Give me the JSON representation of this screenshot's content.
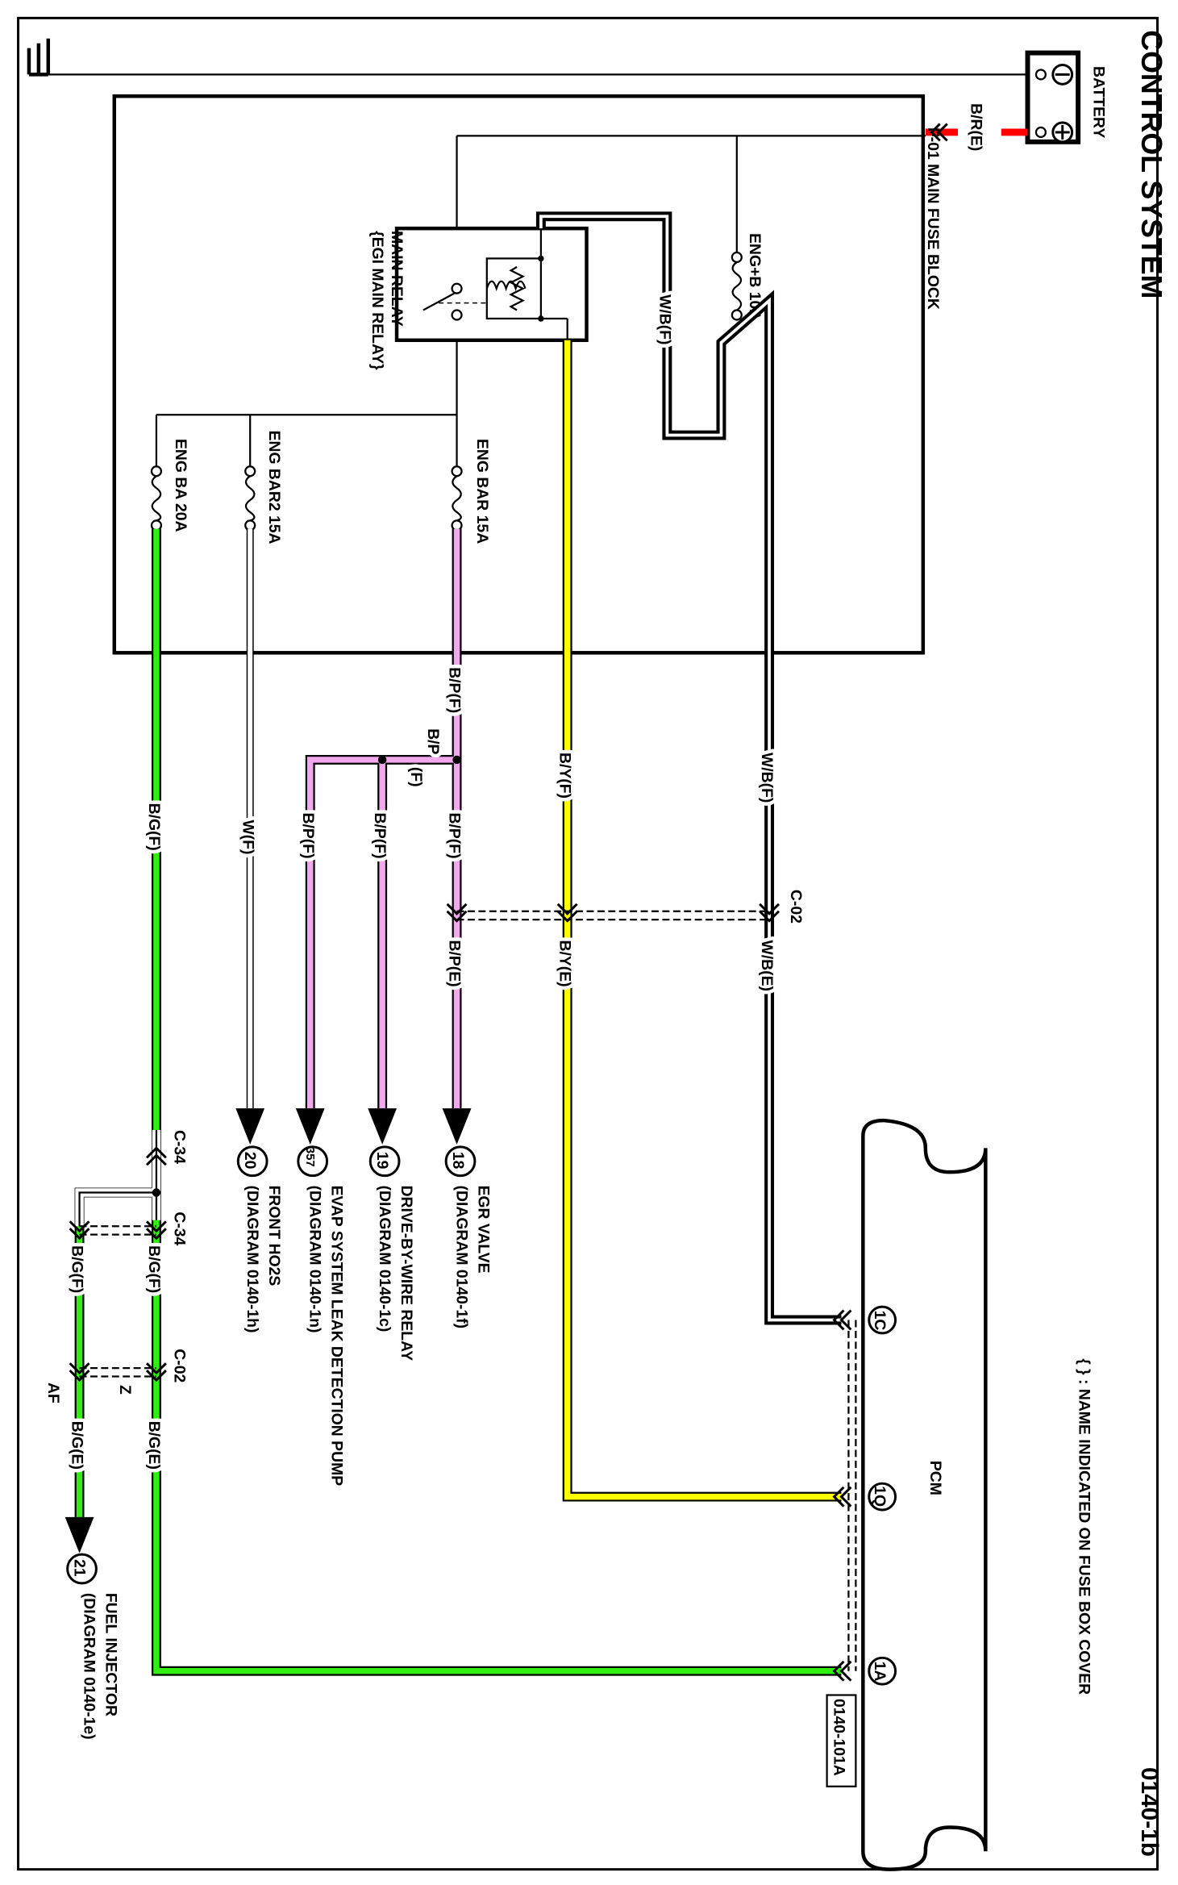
{
  "title": "CONTROL SYSTEM",
  "page_code": "0140-1b",
  "note": "{ } : NAME INDICATED ON FUSE BOX COVER",
  "colors": {
    "red": "#ff0000",
    "yellow": "#ffff00",
    "pink": "#f2a8ec",
    "green": "#33ee11",
    "black": "#000000",
    "white": "#ffffff"
  },
  "components": {
    "battery": "BATTERY",
    "fuse_block": "F-01  MAIN FUSE BLOCK",
    "main_relay_1": "MAIN RELAY",
    "main_relay_2": "{EGI MAIN RELAY}",
    "fuse_engb": "ENG+B 10A",
    "fuse_engbar": "ENG BAR 15A",
    "fuse_engbar2": "ENG BAR2 15A",
    "fuse_engba": "ENG BA 20A",
    "pcm": "PCM",
    "pcm_code": "0140-101A",
    "pins": [
      "1C",
      "1Q",
      "1A"
    ]
  },
  "wires": {
    "br_e": "B/R(E)",
    "wb_f": "W/B(F)",
    "wb_e": "W/B(E)",
    "by_f": "B/Y(F)",
    "by_e": "B/Y(E)",
    "bp_f": "B/P(F)",
    "bp_f_split_1": "B/P",
    "bp_f_split_2": "(F)",
    "bp_e": "B/P(E)",
    "w_f": "W(F)",
    "bg_f": "B/G(F)",
    "bg_e": "B/G(E)"
  },
  "connectors": {
    "c02": "C-02",
    "c34": "C-34",
    "z": "Z",
    "af": "AF"
  },
  "destinations": [
    {
      "num": "18",
      "name": "EGR VALVE",
      "ref": "(DIAGRAM 0140-1f)"
    },
    {
      "num": "19",
      "name": "DRIVE-BY-WIRE RELAY",
      "ref": "(DIAGRAM 0140-1c)"
    },
    {
      "num": "357",
      "name": "EVAP SYSTEM LEAK DETECTION PUMP",
      "ref": "(DIAGRAM 0140-1n)"
    },
    {
      "num": "20",
      "name": "FRONT HO2S",
      "ref": "(DIAGRAM 0140-1h)"
    },
    {
      "num": "21",
      "name": "FUEL INJECTOR",
      "ref": "(DIAGRAM 0140-1e)"
    }
  ]
}
